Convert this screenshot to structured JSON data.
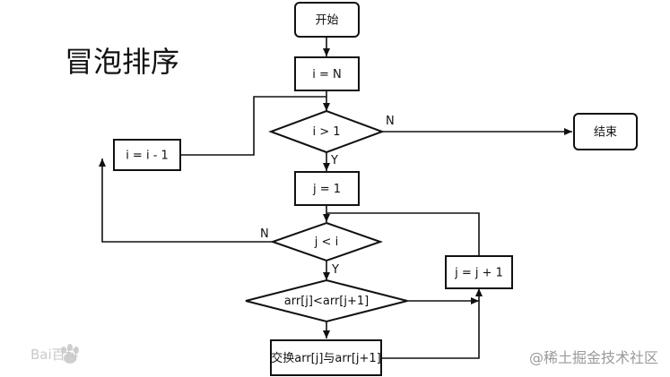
{
  "title": "冒泡排序",
  "nodes": {
    "start": "开始",
    "init_i": "i = N",
    "cond_outer": "i > 1",
    "end": "结束",
    "init_j": "j = 1",
    "dec_i": "i = i - 1",
    "cond_inner": "j < i",
    "inc_j": "j = j + 1",
    "compare": "arr[j]<arr[j+1]",
    "swap": "交换arr[j]与arr[j+1]"
  },
  "edge_labels": {
    "outer_no": "N",
    "outer_yes": "Y",
    "inner_no": "N",
    "inner_yes": "Y"
  },
  "watermarks": {
    "source": "@稀土掘金技术社区",
    "baidu": "Bai百科"
  }
}
